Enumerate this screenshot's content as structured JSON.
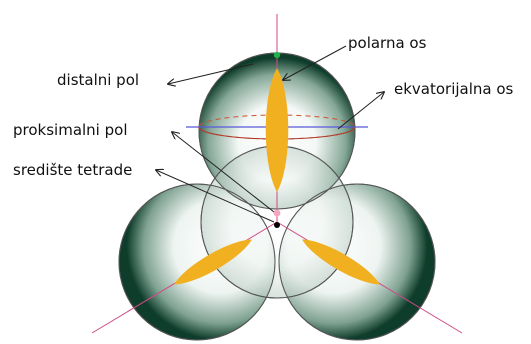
{
  "labels": {
    "polar_axis": "polarna os",
    "distal_pole": "distalni pol",
    "equatorial_axis": "ekvatorijalna os",
    "proximal_pole": "proksimalni pol",
    "tetrad_center": "središte tetrade"
  },
  "colors": {
    "sphere_dark": "#0f3d2b",
    "sphere_light": "#ffffff",
    "petal": "#f0b020",
    "axis_line": "#d04a86",
    "equator_line": "#5858d8",
    "equator_dashed": "#d0502e",
    "distal_dot": "#22b24c",
    "proximal_dot": "#f4a6bd",
    "center_dot": "#000000",
    "outline": "#555555",
    "arrow": "#222222"
  }
}
